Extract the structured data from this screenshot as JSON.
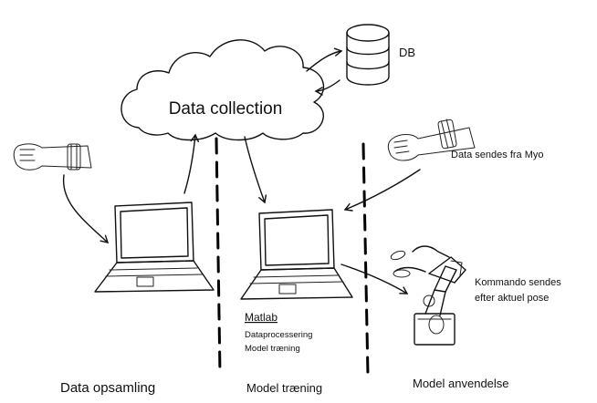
{
  "cloud": {
    "label": "Data collection"
  },
  "db": {
    "label": "DB"
  },
  "annotations": {
    "myo": "Data sendes fra Myo",
    "command_line1": "Kommando sendes",
    "command_line2": "efter aktuel pose"
  },
  "laptop_middle": {
    "title": "Matlab",
    "line1": "Dataprocessering",
    "line2": "Model træning"
  },
  "columns": {
    "left": "Data opsamling",
    "middle": "Model træning",
    "right": "Model anvendelse"
  }
}
